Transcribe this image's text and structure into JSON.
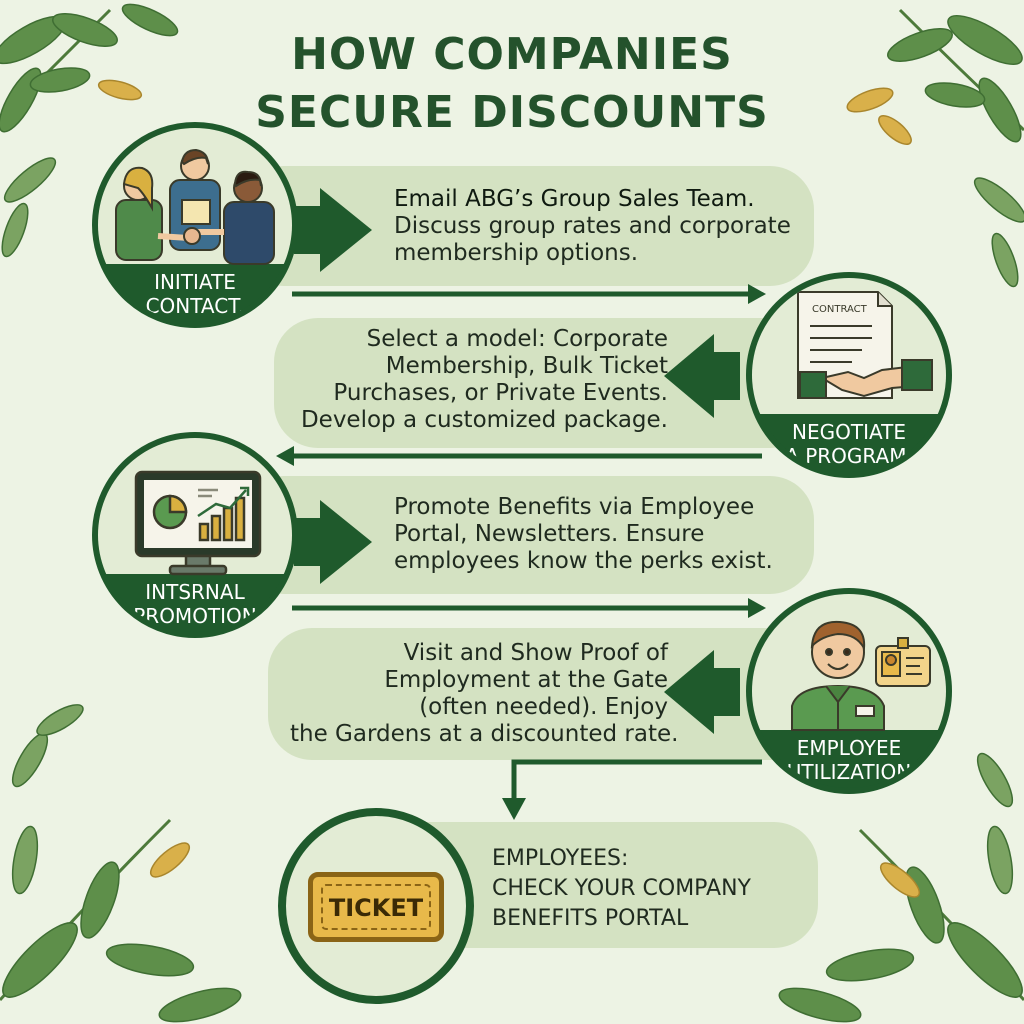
{
  "title": {
    "line1": "HOW COMPANIES",
    "line2": "SECURE DISCOUNTS"
  },
  "steps": [
    {
      "label_line1": "INITIATE",
      "label_line2": "CONTACT.",
      "text_lines": [
        "Email ABG’s Group Sales Team.",
        "Discuss group rates and corporate",
        "membership options."
      ],
      "icon": "handshake-meeting-icon"
    },
    {
      "label_line1": "NEGOTIATE",
      "label_line2": "A PROGRAM.",
      "text_lines": [
        "Select a model: Corporate",
        "Membership, Bulk Ticket",
        "Purchases, or Private Events.",
        "Develop a customized package."
      ],
      "icon": "contract-handshake-icon",
      "icon_text": "CONTRACT"
    },
    {
      "label_line1": "INTSRNAL",
      "label_line2": "PROMOTION",
      "text_lines": [
        "Promote Benefits via Employee",
        "Portal, Newsletters. Ensure",
        "employees know the perks exist."
      ],
      "icon": "computer-chart-icon"
    },
    {
      "label_line1": "EMPLOYEE",
      "label_line2": "UTILIZATION",
      "text_lines": [
        "Visit and Show Proof of",
        "Employment at the Gate",
        "(often needed). Enjoy",
        "the Gardens at a discounted rate."
      ],
      "icon": "employee-badge-icon"
    }
  ],
  "final": {
    "ticket_text": "TICKET",
    "text_lines": [
      "EMPLOYEES:",
      "CHECK YOUR COMPANY",
      "BENEFITS PORTAL"
    ],
    "icon": "ticket-icon"
  },
  "colors": {
    "dark_green": "#1f5a2c",
    "bubble": "#d4e2c2",
    "background": "#edf3e4",
    "ticket": "#e8b94a"
  }
}
